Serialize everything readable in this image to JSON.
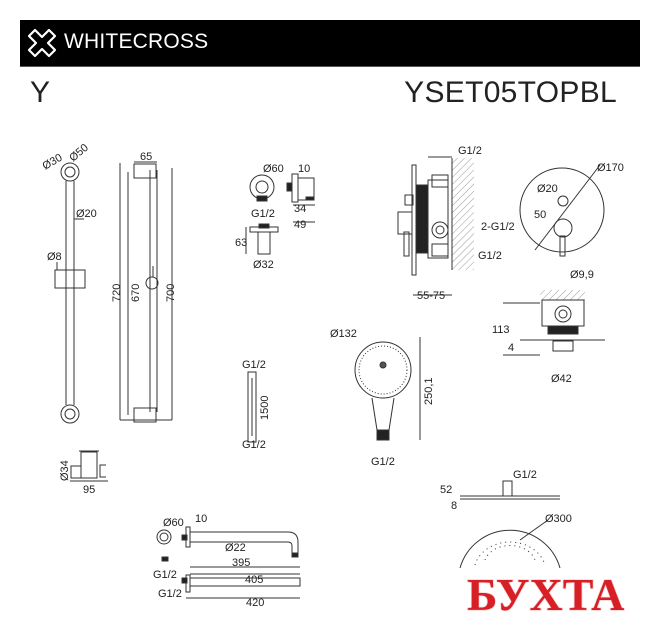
{
  "header": {
    "brand": "WHITECROSS",
    "logo_icon": "cross-outline-icon",
    "background": "#000000",
    "text_color": "#ffffff"
  },
  "title_row": {
    "series": "Y",
    "model": "YSET05TOPBL"
  },
  "drawings": {
    "slide_rail_front": {
      "d_top_1": "Ø30",
      "d_top_2": "Ø50",
      "d_bar": "Ø20",
      "d_pin": "Ø8"
    },
    "slide_rail_side": {
      "depth": "65",
      "h_total": "720",
      "h_inner": "670",
      "h_mount": "700"
    },
    "rail_clamp": {
      "diameter": "Ø34",
      "width": "95"
    },
    "wall_outlet": {
      "d_flange": "Ø60",
      "thread": "G1/2",
      "height": "63",
      "d_body": "Ø32",
      "flange_t": "10",
      "depth_1": "34",
      "depth_2": "49"
    },
    "hose": {
      "thread_top": "G1/2",
      "length": "1500",
      "thread_bottom": "G1/2"
    },
    "concealed_mixer_side": {
      "thread_top": "G1/2",
      "outlets": "2-G1/2",
      "thread_bottom": "G1/2",
      "depth": "55-75"
    },
    "concealed_mixer_front": {
      "d_plate": "Ø170",
      "d_knob": "Ø20",
      "spacing": "50",
      "d_lever": "Ø9,9"
    },
    "concealed_mixer_top": {
      "height": "113",
      "plate_t": "4",
      "d_spout": "Ø42"
    },
    "hand_shower": {
      "diameter": "Ø132",
      "length": "250,1",
      "thread": "G1/2"
    },
    "shower_arm": {
      "d_flange": "Ø60",
      "flange_t": "10",
      "d_pipe": "Ø22",
      "thread": "G1/2",
      "len_inner": "395",
      "len_total": "405"
    },
    "shower_arm_alt": {
      "thread": "G1/2",
      "length": "420"
    },
    "overhead_shower": {
      "thread": "G1/2",
      "height": "52",
      "thickness": "8",
      "diameter": "Ø300"
    }
  },
  "watermark": {
    "text": "БУХТА",
    "color": "#d71f26"
  }
}
